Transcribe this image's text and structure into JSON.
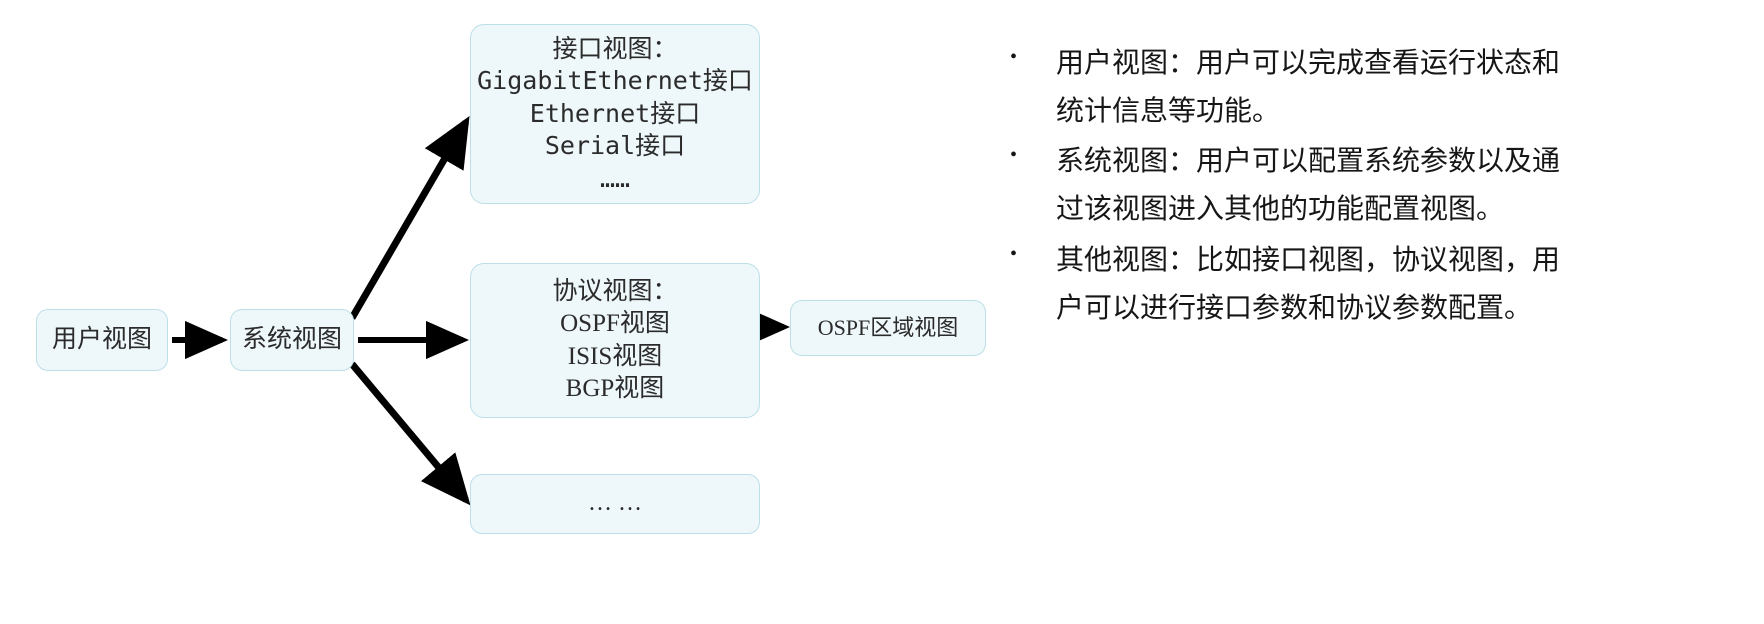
{
  "diagram": {
    "nodes": {
      "user_view": {
        "label": "用户视图"
      },
      "system_view": {
        "label": "系统视图"
      },
      "interface_view": {
        "label": "接口视图：\nGigabitEthernet接口\nEthernet接口\nSerial接口\n……"
      },
      "protocol_view": {
        "label": "协议视图：\nOSPF视图\nISIS视图\nBGP视图"
      },
      "ospf_area_view": {
        "label": "OSPF区域视图"
      },
      "other_view": {
        "label": "… …"
      }
    },
    "arrows": [
      {
        "name": "user-to-system",
        "from": "user_view",
        "to": "system_view"
      },
      {
        "name": "system-to-interface",
        "from": "system_view",
        "to": "interface_view"
      },
      {
        "name": "system-to-protocol",
        "from": "system_view",
        "to": "protocol_view"
      },
      {
        "name": "system-to-other",
        "from": "system_view",
        "to": "other_view"
      },
      {
        "name": "protocol-to-ospf-area",
        "from": "protocol_view",
        "to": "ospf_area_view"
      }
    ],
    "colors": {
      "node_fill": "#eef7fa",
      "node_border": "#bcdfe8",
      "arrow": "#000000",
      "text": "#2b2b2b"
    }
  },
  "bullets": {
    "marker": "•",
    "items": [
      {
        "text": "用户视图：用户可以完成查看运行状态和统计信息等功能。"
      },
      {
        "text": "系统视图：用户可以配置系统参数以及通过该视图进入其他的功能配置视图。"
      },
      {
        "text": "其他视图：比如接口视图，协议视图，用户可以进行接口参数和协议参数配置。"
      }
    ]
  }
}
